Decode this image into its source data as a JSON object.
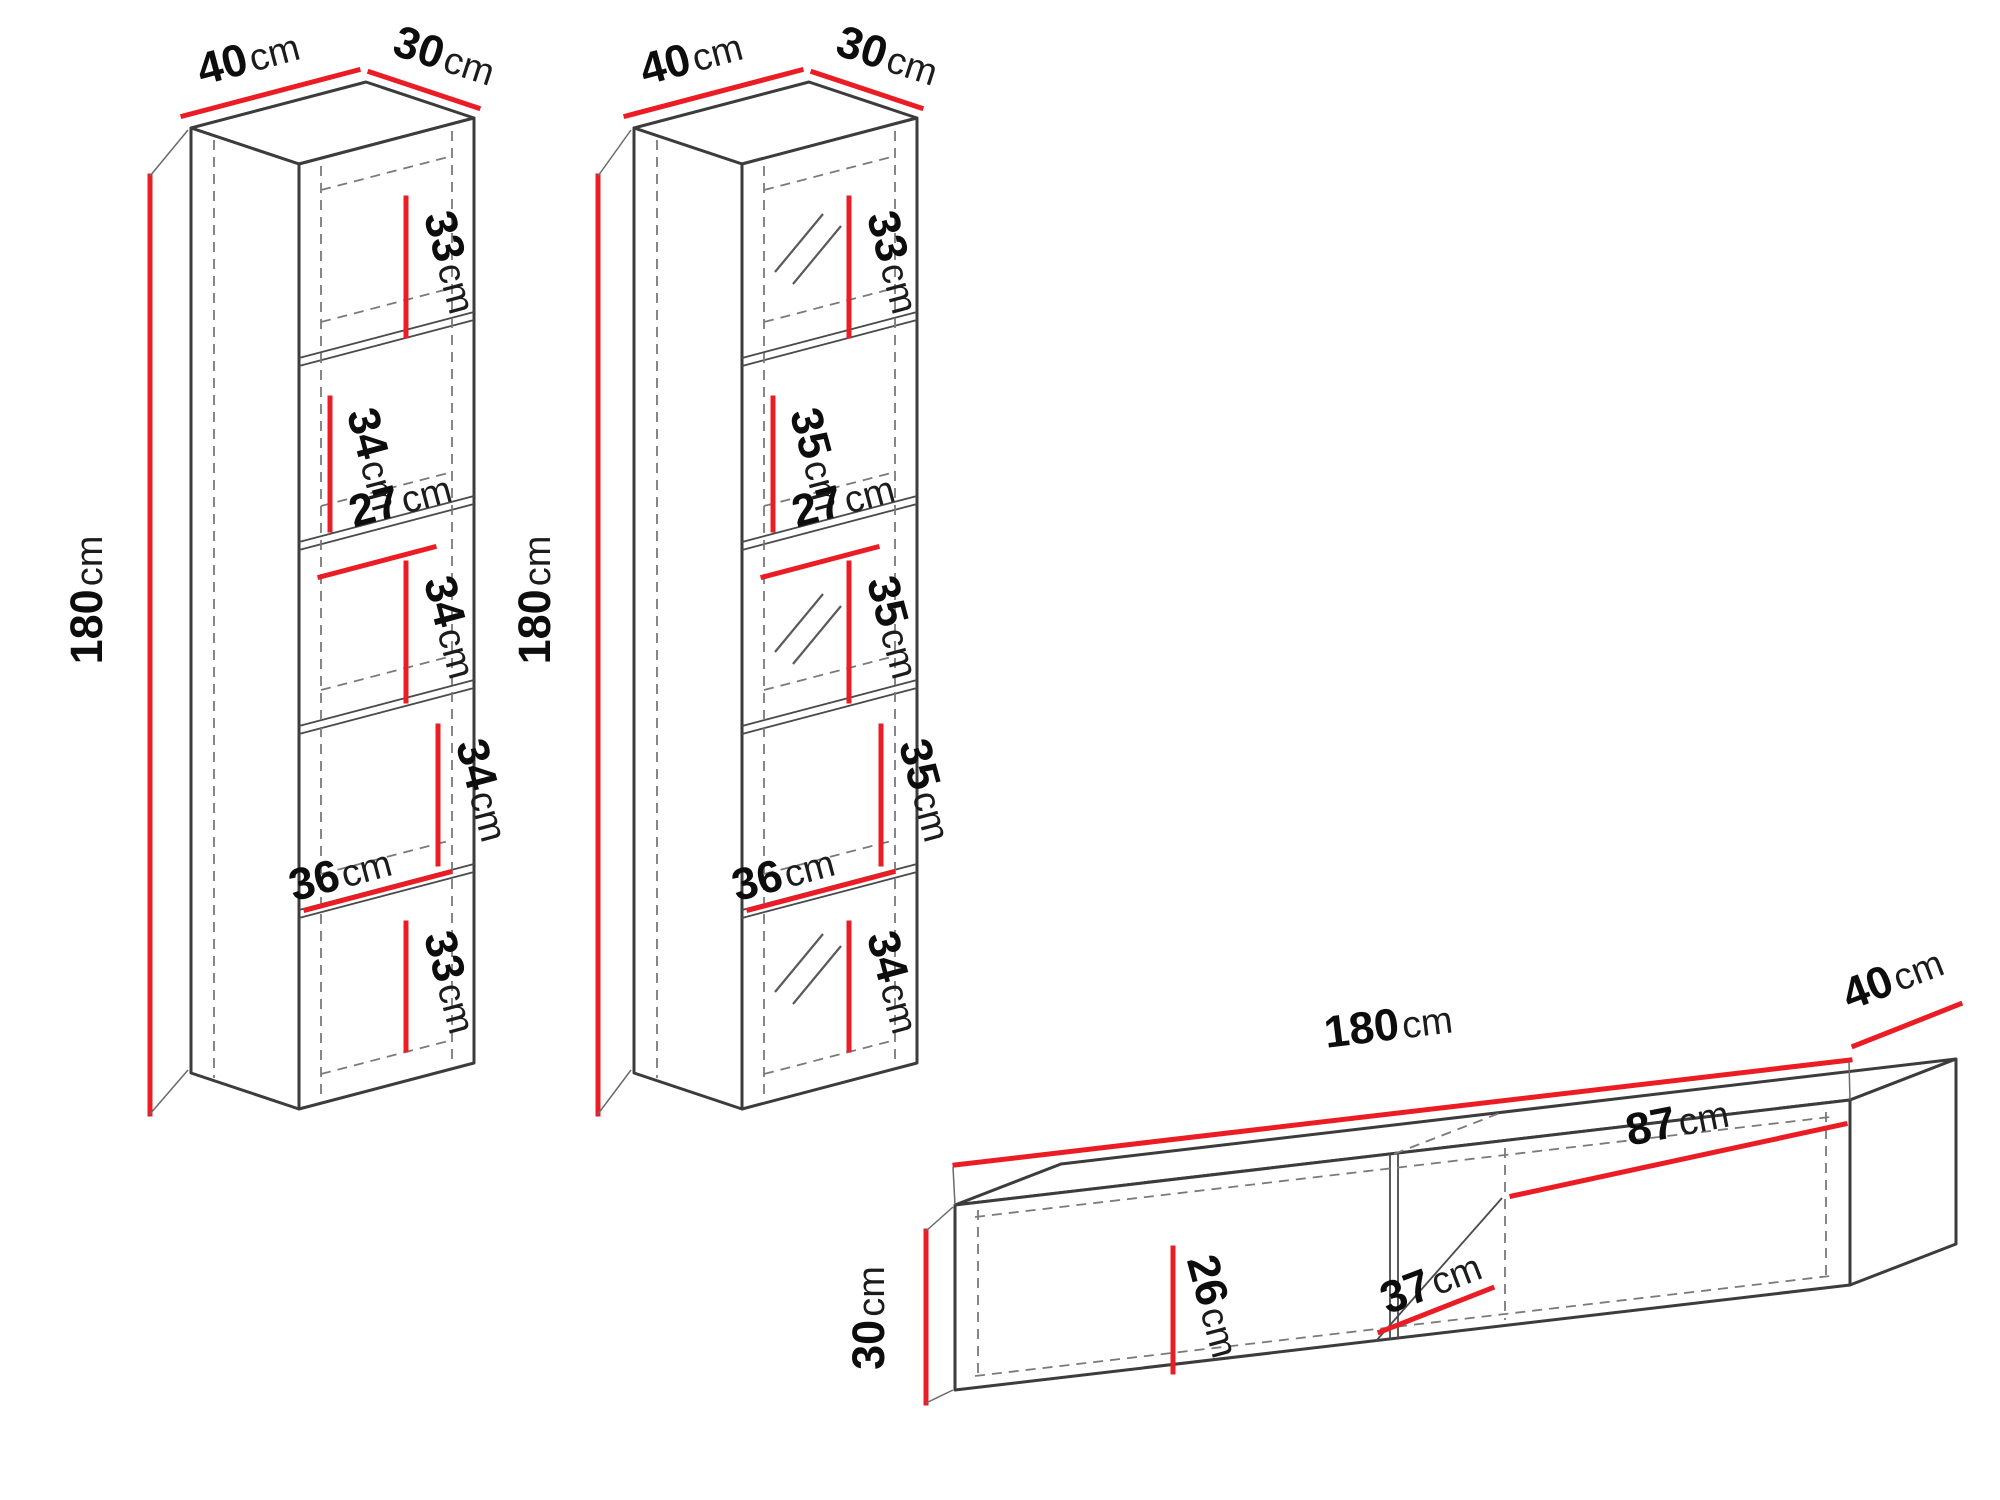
{
  "u": {
    "cm": "cm"
  },
  "c1": {
    "width": "40",
    "depth": "30",
    "height": "180",
    "shelf1": "33",
    "shelf2": "34",
    "shelf_depth": "27",
    "shelf3": "34",
    "shelf4": "34",
    "inner_width": "36",
    "shelf5": "33"
  },
  "c2": {
    "width": "40",
    "depth": "30",
    "height": "180",
    "shelf1": "33",
    "shelf2": "35",
    "shelf_depth": "27",
    "shelf3": "35",
    "shelf4": "35",
    "inner_width": "36",
    "shelf5": "34"
  },
  "tv": {
    "width": "180",
    "depth": "40",
    "height": "30",
    "niche_width": "87",
    "inner_height": "26",
    "inner_depth": "37"
  },
  "colors": {
    "dimension_line": "#ec1c24",
    "outline": "#3c3c3c",
    "text": "#0d0d0d"
  }
}
